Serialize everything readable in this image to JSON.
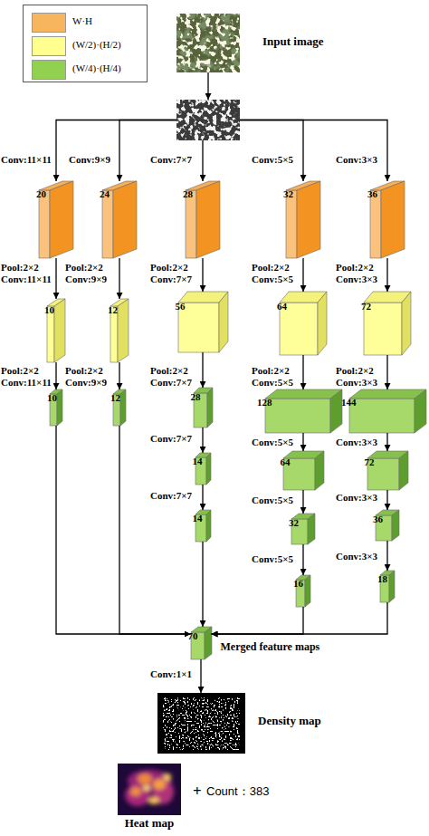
{
  "diagram": {
    "nodes": [
      {
        "text": [
          "Input image"
        ]
      },
      {
        "text": []
      },
      {
        "text": [
          "20"
        ]
      },
      {
        "text": [
          "24"
        ]
      },
      {
        "text": [
          "28"
        ]
      },
      {
        "text": [
          "32"
        ]
      },
      {
        "text": [
          "36"
        ]
      },
      {
        "text": [
          "10"
        ]
      },
      {
        "text": [
          "12"
        ]
      },
      {
        "text": [
          "56"
        ]
      },
      {
        "text": [
          "64"
        ]
      },
      {
        "text": [
          "72"
        ]
      },
      {
        "text": [
          "10"
        ]
      },
      {
        "text": [
          "12"
        ]
      },
      {
        "text": [
          "28"
        ]
      },
      {
        "text": [
          "128"
        ]
      },
      {
        "text": [
          "144"
        ]
      },
      {
        "text": [
          "14"
        ]
      },
      {
        "text": [
          "14"
        ]
      },
      {
        "text": [
          "64"
        ]
      },
      {
        "text": [
          "32"
        ]
      },
      {
        "text": [
          "16"
        ]
      },
      {
        "text": [
          "72"
        ]
      },
      {
        "text": [
          "36"
        ]
      },
      {
        "text": [
          "18"
        ]
      },
      {
        "text": [
          "70",
          "Merged feature maps"
        ]
      },
      {
        "text": [
          "Density map"
        ]
      },
      {
        "text": [
          "Heat map"
        ]
      }
    ],
    "edges": [
      {
        "from": 0,
        "to": 1,
        "arrow": "to"
      },
      {
        "from": 1,
        "to": 2,
        "label": "Conv:11×11",
        "arrow": "to"
      },
      {
        "from": 1,
        "to": 3,
        "label": "Conv:9×9",
        "arrow": "to"
      },
      {
        "from": 1,
        "to": 4,
        "label": "Conv:7×7",
        "arrow": "to"
      },
      {
        "from": 1,
        "to": 5,
        "label": "Conv:5×5",
        "arrow": "to"
      },
      {
        "from": 1,
        "to": 6,
        "label": "Conv:3×3",
        "arrow": "to"
      },
      {
        "from": 2,
        "to": 7,
        "label": "Pool:2×2 Conv:11×11",
        "arrow": "to"
      },
      {
        "from": 3,
        "to": 8,
        "label": "Pool:2×2 Conv:9×9",
        "arrow": "to"
      },
      {
        "from": 4,
        "to": 9,
        "label": "Pool:2×2 Conv:7×7",
        "arrow": "to"
      },
      {
        "from": 5,
        "to": 10,
        "label": "Pool:2×2 Conv:5×5",
        "arrow": "to"
      },
      {
        "from": 6,
        "to": 11,
        "label": "Pool:2×2 Conv:3×3",
        "arrow": "to"
      },
      {
        "from": 7,
        "to": 12,
        "label": "Pool:2×2 Conv:11×11",
        "arrow": "to"
      },
      {
        "from": 8,
        "to": 13,
        "label": "Pool:2×2 Conv:9×9",
        "arrow": "to"
      },
      {
        "from": 9,
        "to": 14,
        "label": "Pool:2×2 Conv:7×7",
        "arrow": "to"
      },
      {
        "from": 10,
        "to": 15,
        "label": "Pool:2×2 Conv:5×5",
        "arrow": "to"
      },
      {
        "from": 11,
        "to": 16,
        "label": "Pool:2×2 Conv:3×3",
        "arrow": "to"
      },
      {
        "from": 14,
        "to": 17,
        "label": "Conv:7×7",
        "arrow": "to"
      },
      {
        "from": 17,
        "to": 18,
        "label": "Conv:7×7",
        "arrow": "to"
      },
      {
        "from": 15,
        "to": 19,
        "label": "Conv:5×5",
        "arrow": "to"
      },
      {
        "from": 19,
        "to": 20,
        "label": "Conv:5×5",
        "arrow": "to"
      },
      {
        "from": 20,
        "to": 21,
        "label": "Conv:5×5",
        "arrow": "to"
      },
      {
        "from": 16,
        "to": 22,
        "label": "Conv:3×3",
        "arrow": "to"
      },
      {
        "from": 22,
        "to": 23,
        "label": "Conv:3×3",
        "arrow": "to"
      },
      {
        "from": 23,
        "to": 24,
        "label": "Conv:3×3",
        "arrow": "to"
      },
      {
        "from": 12,
        "to": 25,
        "arrow": "to"
      },
      {
        "from": 13,
        "to": 25,
        "arrow": "to"
      },
      {
        "from": 18,
        "to": 25,
        "arrow": "to"
      },
      {
        "from": 21,
        "to": 25,
        "arrow": "to"
      },
      {
        "from": 24,
        "to": 25,
        "arrow": "to"
      },
      {
        "from": 25,
        "to": 26,
        "label": "Conv:1×1",
        "arrow": "to"
      }
    ],
    "labels": [
      "+",
      "Count：383"
    ],
    "legend": [
      {
        "text": "W·H",
        "color": "#F7B55E"
      },
      {
        "text": "(W/2)·(H/2)",
        "color": "#FFFF8F"
      },
      {
        "text": "(W/4)·(H/4)",
        "color": "#92D050"
      }
    ]
  }
}
